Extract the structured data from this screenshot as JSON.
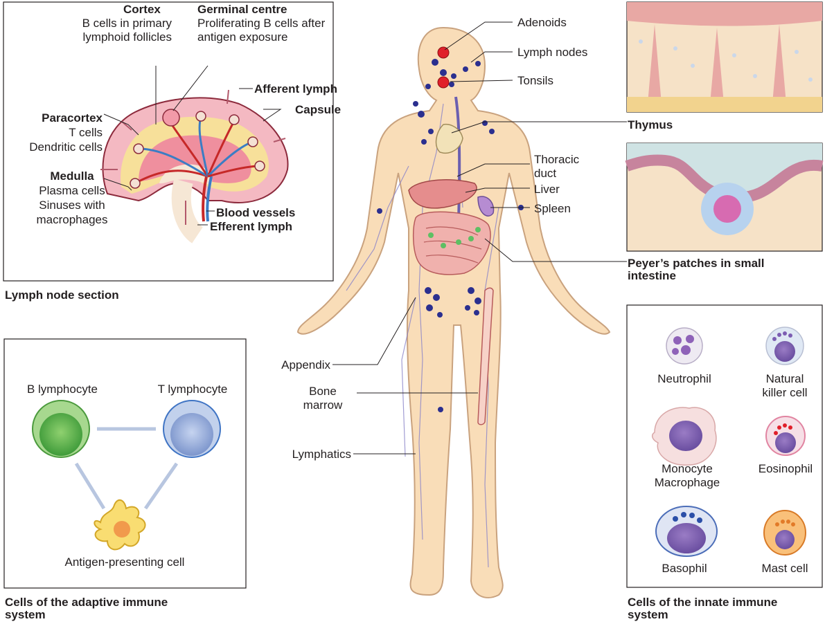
{
  "lymph_node": {
    "caption": "Lymph node section",
    "cortex_title": "Cortex",
    "cortex_desc_1": "B cells in primary",
    "cortex_desc_2": "lymphoid follicles",
    "germinal_title": "Germinal centre",
    "germinal_desc_1": "Proliferating B cells after",
    "germinal_desc_2": "antigen exposure",
    "afferent": "Afferent lymph",
    "capsule": "Capsule",
    "paracortex_title": "Paracortex",
    "paracortex_desc_1": "T cells",
    "paracortex_desc_2": "Dendritic cells",
    "medulla_title": "Medulla",
    "medulla_desc_1": "Plasma cells",
    "medulla_desc_2": "Sinuses with",
    "medulla_desc_3": "macrophages",
    "blood_vessels": "Blood vessels",
    "efferent": "Efferent lymph"
  },
  "body": {
    "adenoids": "Adenoids",
    "lymph_nodes": "Lymph nodes",
    "tonsils": "Tonsils",
    "thoracic_1": "Thoracic",
    "thoracic_2": "duct",
    "liver": "Liver",
    "spleen": "Spleen",
    "appendix": "Appendix",
    "bone_1": "Bone",
    "bone_2": "marrow",
    "lymphatics": "Lymphatics"
  },
  "thymus": {
    "caption": "Thymus"
  },
  "peyers": {
    "caption_1": "Peyer’s patches in small",
    "caption_2": "intestine"
  },
  "adaptive": {
    "caption_1": "Cells of the adaptive immune",
    "caption_2": "system",
    "b_cell": "B lymphocyte",
    "t_cell": "T lymphocyte",
    "apc": "Antigen-presenting cell"
  },
  "innate": {
    "caption_1": "Cells of the innate immune",
    "caption_2": "system",
    "neutrophil": "Neutrophil",
    "nk_1": "Natural",
    "nk_2": "killer cell",
    "monocyte_1": "Monocyte",
    "monocyte_2": "Macrophage",
    "eosinophil": "Eosinophil",
    "basophil": "Basophil",
    "mast": "Mast cell"
  },
  "colors": {
    "skin": "#f9ddb8",
    "skin_outline": "#c9a27e",
    "lymph_node_dot": "#2b2f8f",
    "tonsil_red": "#e0202a",
    "b_cell_green": "#64b54a",
    "t_cell_blue": "#8fa8d8",
    "apc_yellow": "#f3d04a",
    "panel_border": "#231f20"
  }
}
